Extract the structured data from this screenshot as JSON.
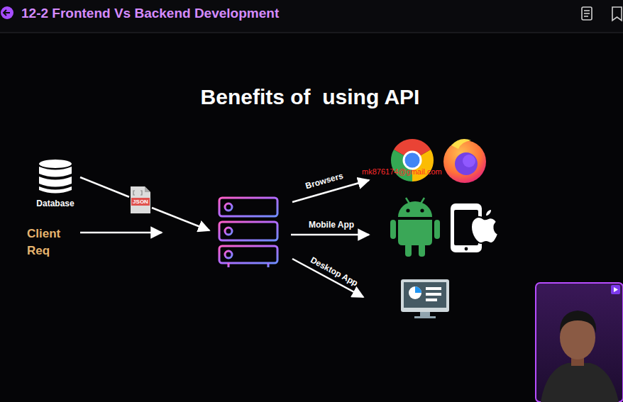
{
  "diagram": {
    "title": "Benefits of  using API",
    "nodes": [
      {
        "text": [
          "Database"
        ]
      },
      {
        "text": [
          "JSON"
        ]
      }
    ],
    "edges": [
      {
        "from": 0,
        "to": 1,
        "arrow": "none"
      }
    ],
    "labels": [
      "12-2 Frontend Vs Backend Development",
      "Client Req",
      "Browsers",
      "Mobile App",
      "Desktop App",
      "mk876174@gmail.com"
    ]
  }
}
